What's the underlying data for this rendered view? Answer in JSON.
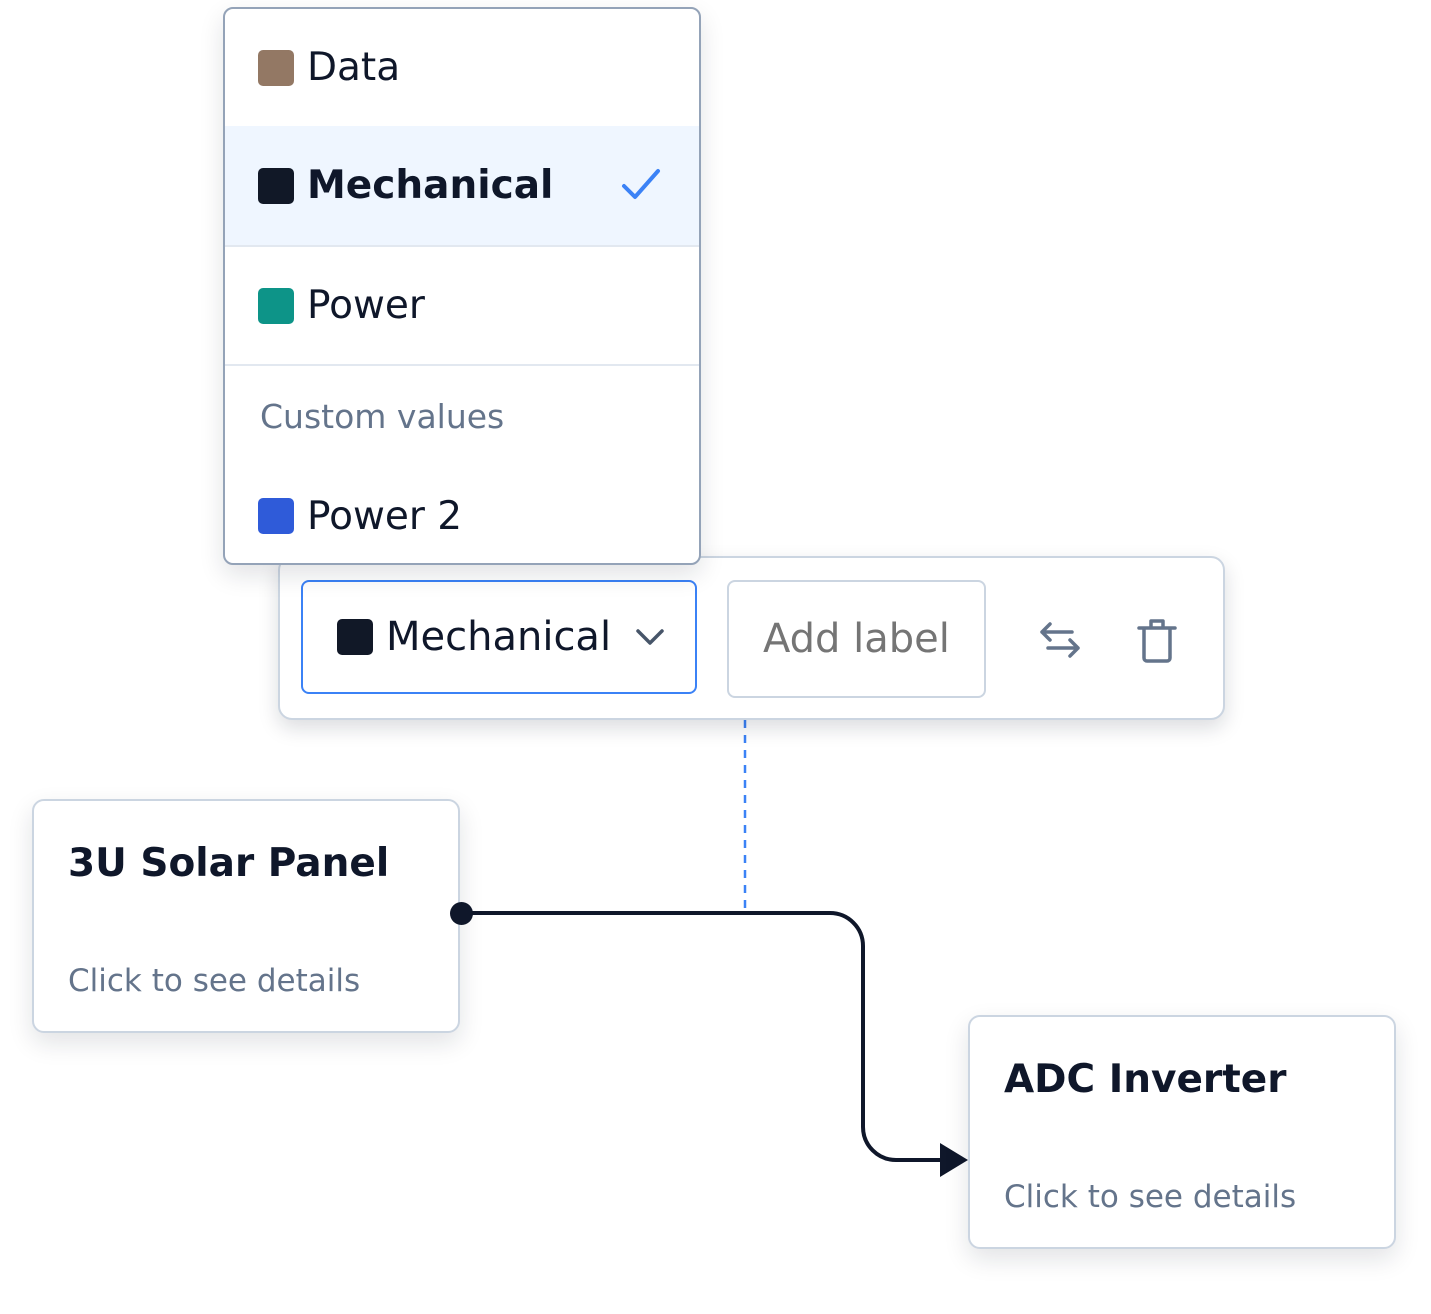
{
  "menu": {
    "items": [
      {
        "label": "Data",
        "color": "#937864"
      },
      {
        "label": "Mechanical",
        "color": "#111827",
        "selected": true
      },
      {
        "label": "Power",
        "color": "#0d9488"
      }
    ],
    "custom_header": "Custom values",
    "custom_items": [
      {
        "label": "Power 2",
        "color": "#2f5bd9"
      }
    ]
  },
  "toolbar": {
    "selected_type": "Mechanical",
    "selected_color": "#111827",
    "label_placeholder": "Add label"
  },
  "nodes": [
    {
      "title": "3U Solar Panel",
      "subtitle": "Click to see details"
    },
    {
      "title": "ADC Inverter",
      "subtitle": "Click to see details"
    }
  ]
}
